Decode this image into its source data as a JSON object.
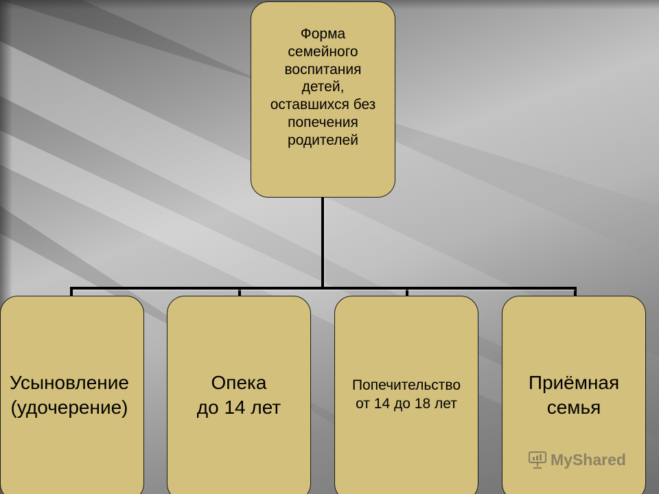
{
  "diagram": {
    "root": {
      "label": "Форма\nсемейного\nвоспитания\nдетей,\nоставшихся без\nпопечения\nродителей"
    },
    "children": [
      {
        "label": "Усыновление\n(удочерение)"
      },
      {
        "label": "Опека\nдо 14 лет"
      },
      {
        "label": "Попечительство\nот 14 до 18 лет"
      },
      {
        "label": "Приёмная\nсемья"
      }
    ]
  },
  "watermark": {
    "text": "MyShared"
  },
  "colors": {
    "node_fill": "#d3c07c",
    "node_border": "#1a1a1a",
    "connector": "#000000"
  }
}
